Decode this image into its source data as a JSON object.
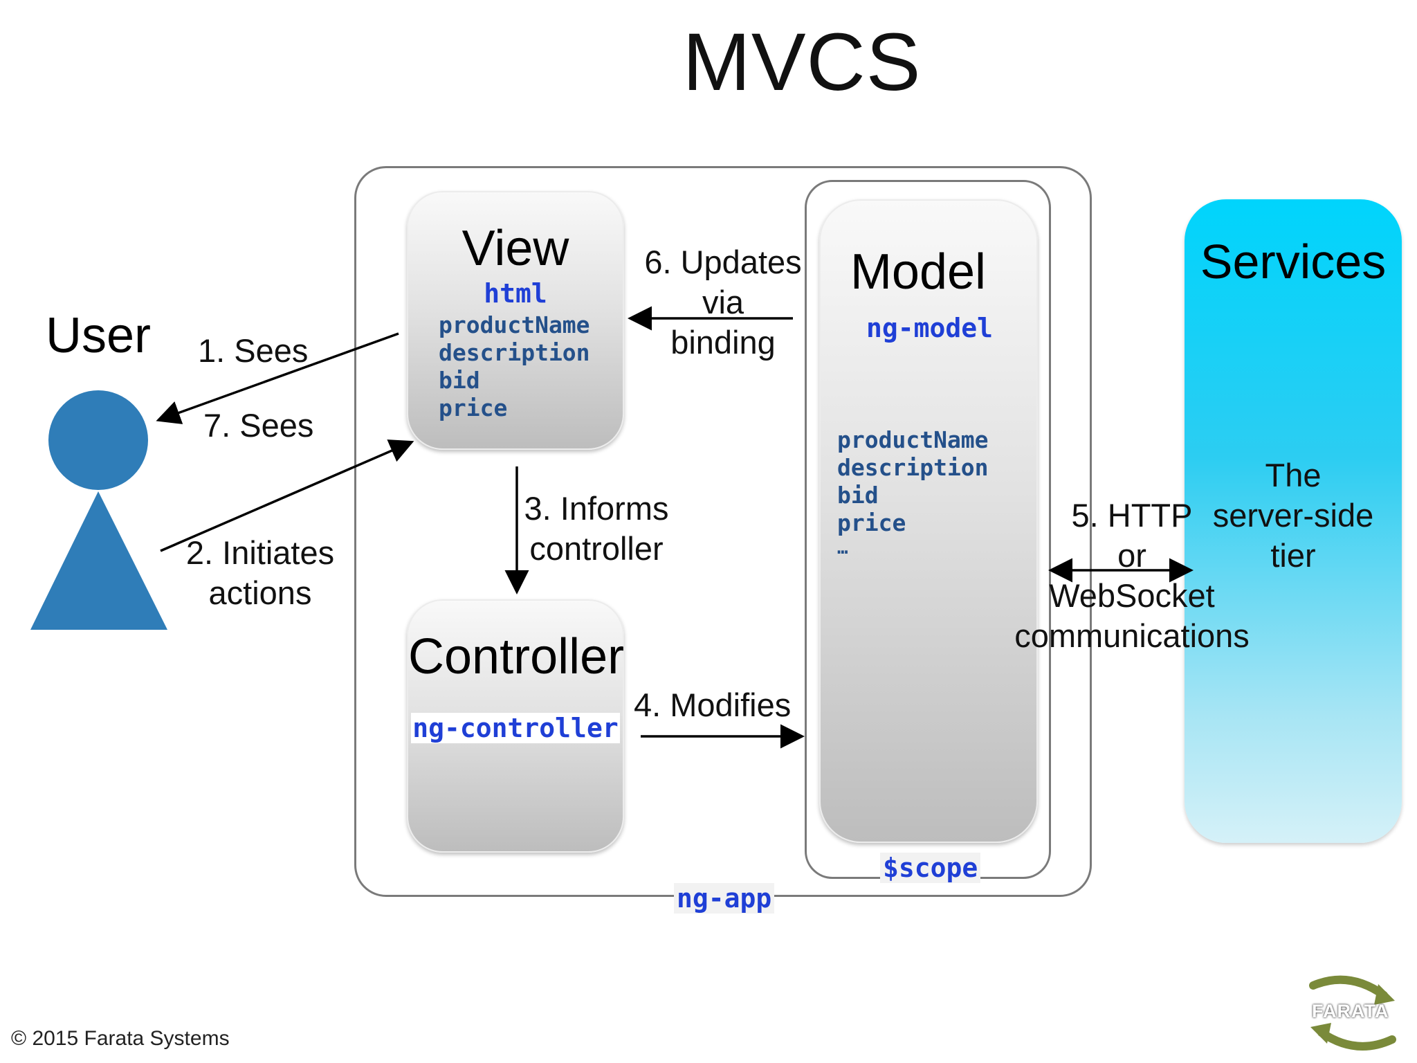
{
  "title": "MVCS",
  "user": {
    "label": "User"
  },
  "view": {
    "title": "View",
    "tag": "html",
    "fields": [
      "productName",
      "description",
      "bid",
      "price"
    ]
  },
  "controller": {
    "title": "Controller",
    "tag": "ng-controller"
  },
  "model": {
    "title": "Model",
    "tag": "ng-model",
    "fields": [
      "productName",
      "description",
      "bid",
      "price",
      "…"
    ]
  },
  "services": {
    "title": "Services",
    "desc_lines": [
      "The",
      "server-side",
      "tier"
    ]
  },
  "scope_label": "$scope",
  "app_label": "ng-app",
  "edges": {
    "sees1": "1. Sees",
    "sees7": "7. Sees",
    "initiates": [
      "2. Initiates",
      "actions"
    ],
    "informs": [
      "3. Informs",
      "controller"
    ],
    "modifies": "4. Modifies",
    "http": [
      "5. HTTP",
      "or",
      "WebSocket",
      "communications"
    ],
    "updates": [
      "6. Updates",
      "via",
      "binding"
    ]
  },
  "footer": "© 2015 Farata Systems",
  "logo_text": "FARATA",
  "colors": {
    "user": "#2f7db8",
    "services_top": "#00d4fc",
    "code_blue": "#1f3fd6",
    "code_navy": "#24508a"
  }
}
